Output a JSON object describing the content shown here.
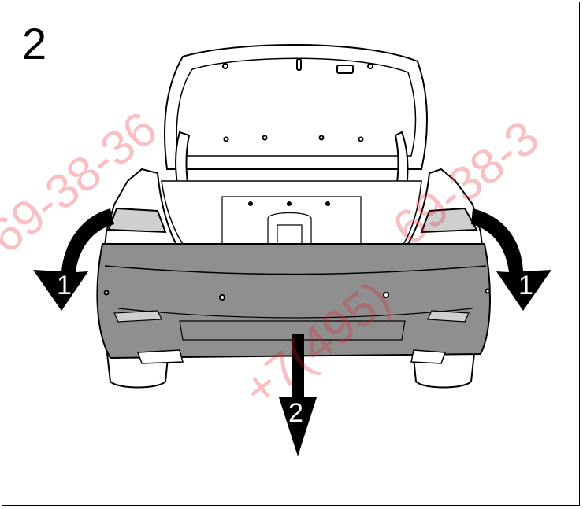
{
  "figure": {
    "step_number": "2",
    "callouts": [
      {
        "id": "left",
        "label": "1"
      },
      {
        "id": "right",
        "label": "1"
      },
      {
        "id": "down",
        "label": "2"
      }
    ]
  },
  "watermark": {
    "line_left": "69-38-36",
    "line_right": "69-38-3",
    "line_center": "+7(495)"
  },
  "colors": {
    "bumper_fill": "#8f8f8f",
    "body_fill": "#ffffff",
    "line": "#000000",
    "lamp_fill": "#cfcfcf",
    "watermark": "#eb1e28",
    "arrow_fill": "#000000"
  }
}
